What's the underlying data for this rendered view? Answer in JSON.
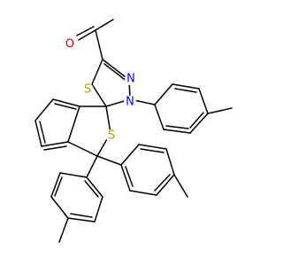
{
  "structure": {
    "atoms": {
      "O": {
        "label": "O",
        "color": "#e00000"
      },
      "S_thiadiazoline": {
        "label": "S",
        "color": "#b3a000"
      },
      "S_isothiophene": {
        "label": "S",
        "color": "#b3a000"
      },
      "N_3": {
        "label": "N",
        "color": "#0000ff"
      },
      "N_4": {
        "label": "N",
        "color": "#0000ff"
      }
    }
  }
}
